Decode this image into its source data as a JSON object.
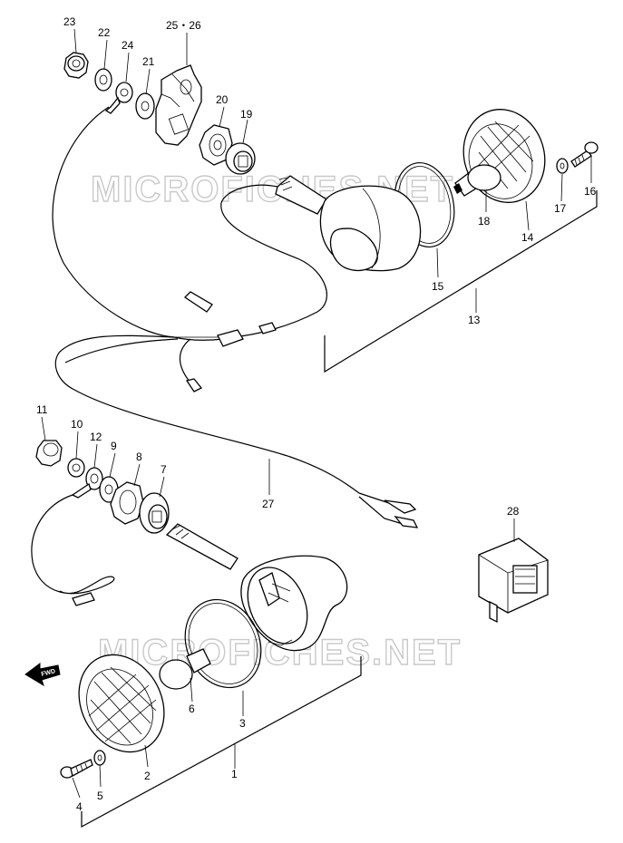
{
  "watermark": "MICROFICHES.NET",
  "fwd_label": "FWD",
  "callouts": {
    "p1": "1",
    "p2": "2",
    "p3": "3",
    "p4": "4",
    "p5": "5",
    "p6": "6",
    "p7": "7",
    "p8": "8",
    "p9": "9",
    "p10": "10",
    "p11": "11",
    "p12": "12",
    "p13": "13",
    "p14": "14",
    "p15": "15",
    "p16": "16",
    "p17": "17",
    "p18": "18",
    "p19": "19",
    "p20": "20",
    "p21": "21",
    "p22": "22",
    "p23": "23",
    "p24": "24",
    "p25_26": "25・26",
    "p27": "27",
    "p28": "28"
  }
}
